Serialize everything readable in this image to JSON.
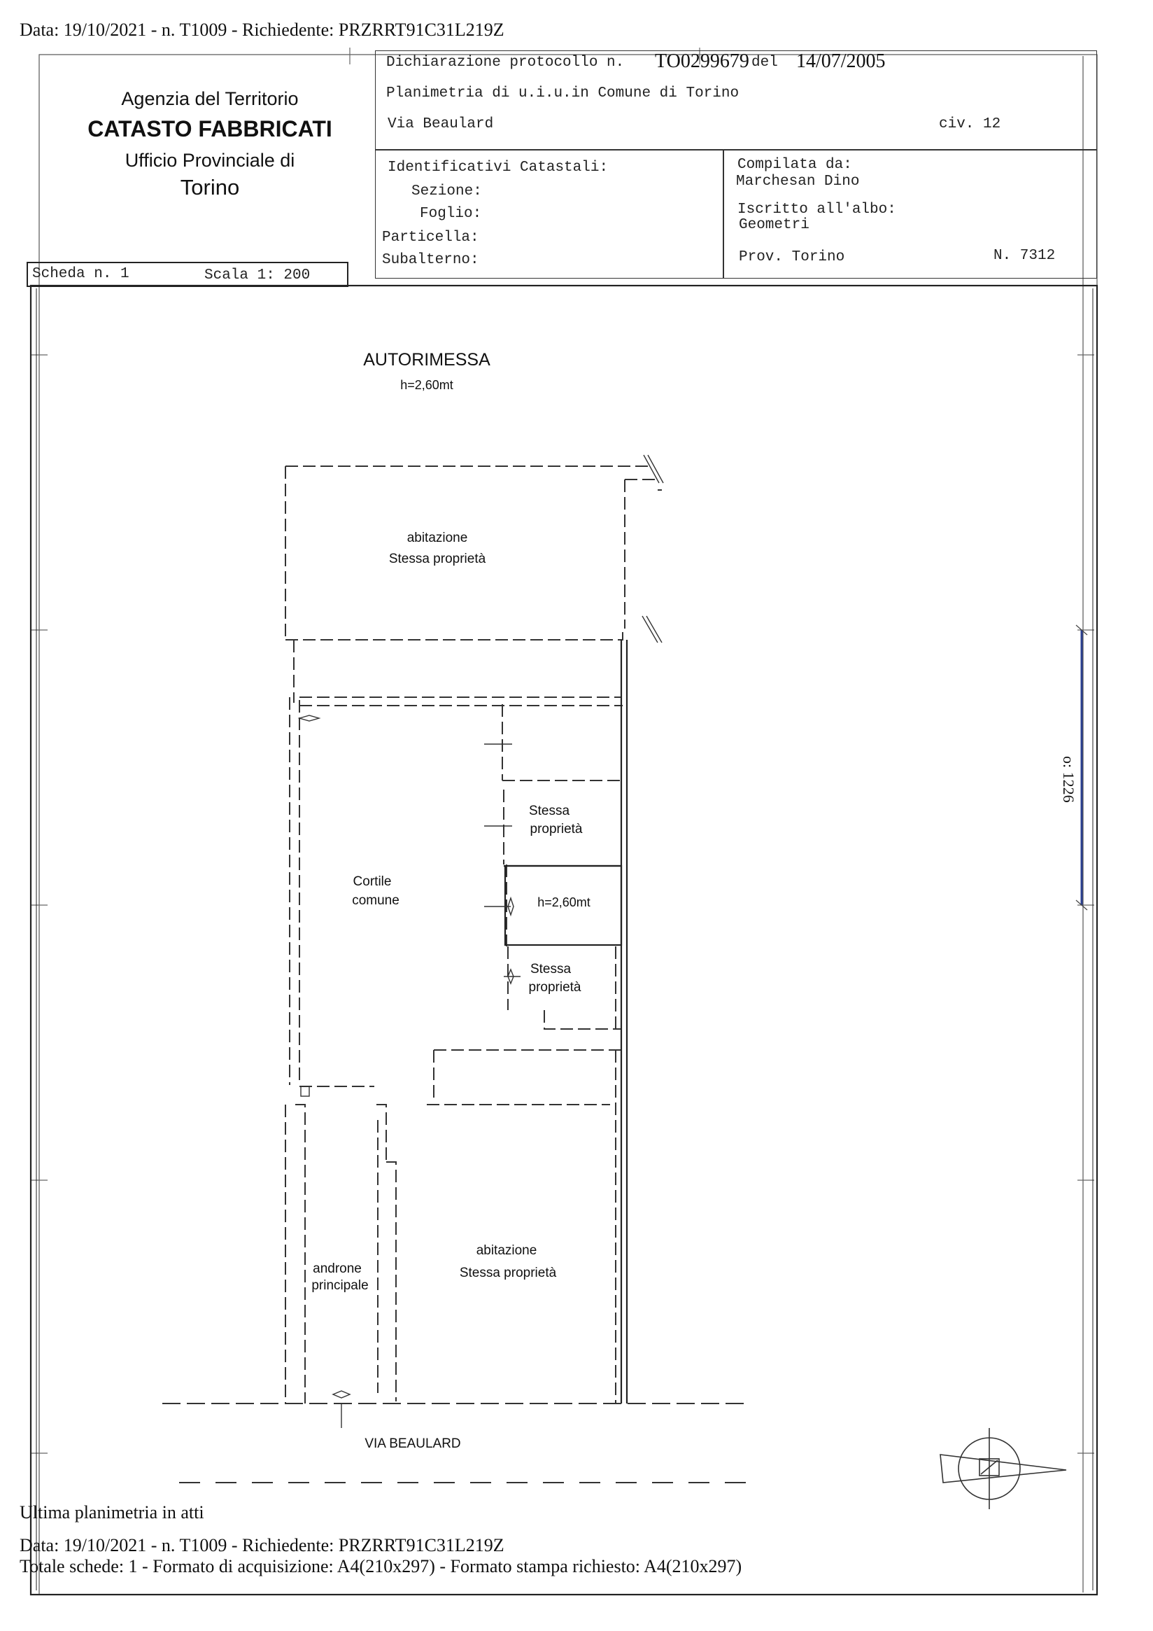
{
  "header": {
    "top_line": "Data: 19/10/2021 - n. T1009 - Richiedente: PRZRRT91C31L219Z"
  },
  "agency": {
    "line1": "Agenzia del Territorio",
    "line2": "CATASTO FABBRICATI",
    "line3": "Ufficio Provinciale di",
    "line4": "Torino"
  },
  "declaration": {
    "protocol_prefix": "Dichiarazione protocollo n.",
    "protocol_number": "TO0299679",
    "date_prefix": "del",
    "date": "14/07/2005",
    "planimetry": "Planimetria di u.i.u.in Comune di Torino",
    "street": "Via Beaulard",
    "civic": "civ. 12"
  },
  "identifiers": {
    "title": "Identificativi Catastali:",
    "sezione": "Sezione:",
    "foglio": "Foglio:",
    "particella": "Particella:",
    "subalterno": "Subalterno:"
  },
  "compiler": {
    "compiled_by_label": "Compilata da:",
    "compiled_by": "Marchesan Dino",
    "registered_label": "Iscritto all'albo:",
    "registered": "Geometri",
    "province": "Prov. Torino",
    "number": "N.  7312"
  },
  "sheet": {
    "scheda": "Scheda n. 1",
    "scala": "Scala 1: 200"
  },
  "plan": {
    "autorimessa": "AUTORIMESSA",
    "autorimessa_h": "h=2,60mt",
    "abitazione_top_1": "abitazione",
    "abitazione_top_2": "Stessa proprietà",
    "stessa_1a": "Stessa",
    "stessa_1b": "proprietà",
    "cortile_1": "Cortile",
    "cortile_2": "comune",
    "box_h": "h=2,60mt",
    "stessa_2a": "Stessa",
    "stessa_2b": "proprietà",
    "androne_1": "androne",
    "androne_2": "principale",
    "abitazione_bottom_1": "abitazione",
    "abitazione_bottom_2": "Stessa proprietà",
    "street": "VIA BEAULARD",
    "side_stamp": "o: 1226"
  },
  "footer": {
    "ultima": "Ultima planimetria in atti",
    "line1": "Data: 19/10/2021 - n. T1009 - Richiedente: PRZRRT91C31L219Z",
    "line2": "Totale schede: 1 - Formato di acquisizione: A4(210x297)  - Formato stampa richiesto: A4(210x297)"
  }
}
